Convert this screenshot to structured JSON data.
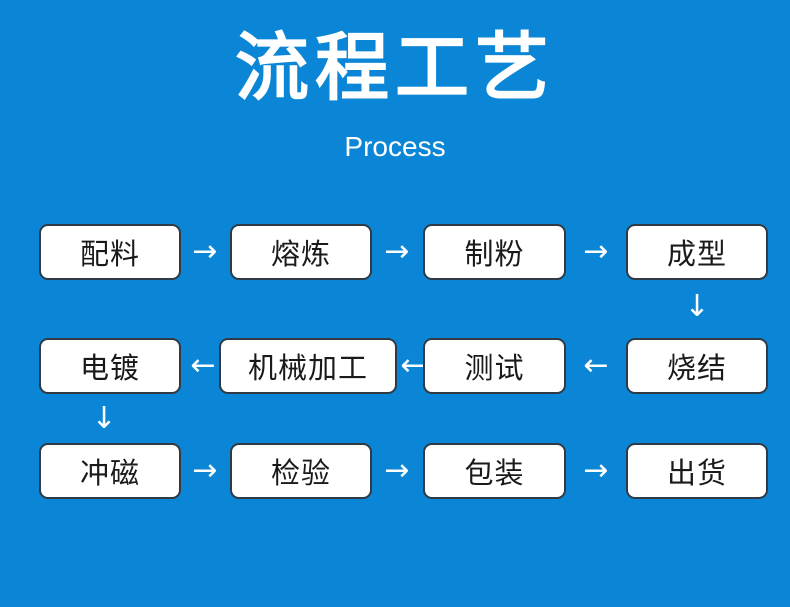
{
  "header": {
    "title": "流程工艺",
    "subtitle": "Process"
  },
  "flow": {
    "row1": [
      "配料",
      "熔炼",
      "制粉",
      "成型"
    ],
    "row2": [
      "电镀",
      "机械加工",
      "测试",
      "烧结"
    ],
    "row3": [
      "冲磁",
      "检验",
      "包装",
      "出货"
    ]
  },
  "arrows": {
    "right": "→",
    "left": "←",
    "down": "↓"
  },
  "colors": {
    "background": "#0b86d6",
    "box": "#ffffff",
    "border": "#2f3a44"
  }
}
